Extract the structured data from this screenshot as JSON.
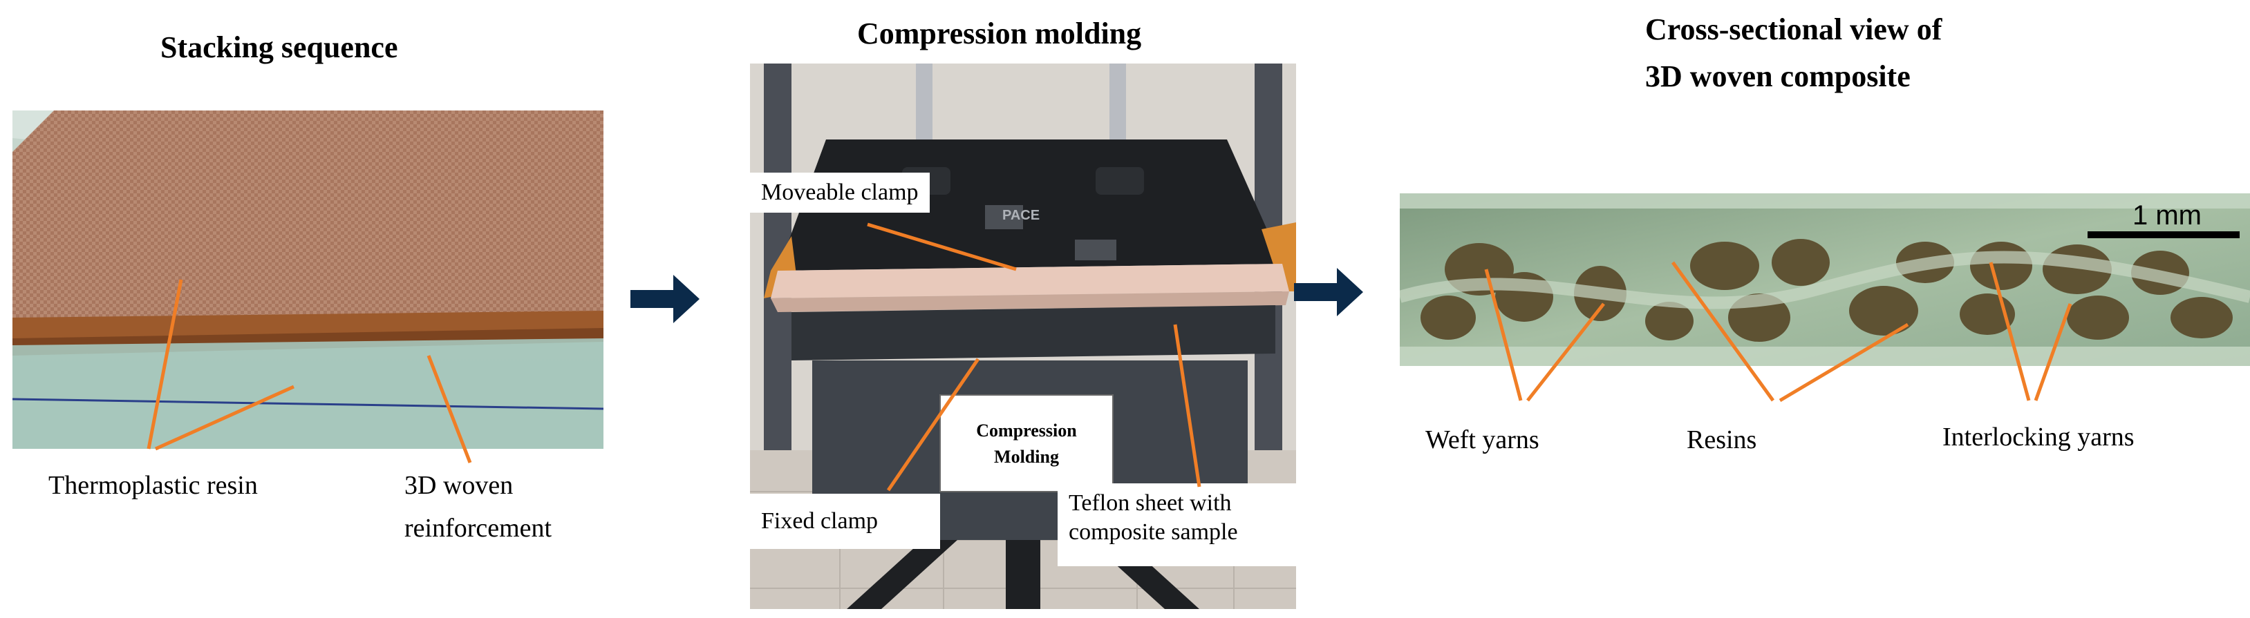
{
  "panels": {
    "stacking": {
      "title": "Stacking sequence",
      "labels": {
        "resin": "Thermoplastic resin",
        "reinforcement_line1": "3D woven",
        "reinforcement_line2": "reinforcement"
      }
    },
    "compression": {
      "title": "Compression molding",
      "callouts": {
        "moveable_clamp": "Moveable clamp",
        "fixed_clamp": "Fixed clamp",
        "teflon_line1": "Teflon sheet with",
        "teflon_line2": "composite sample"
      },
      "machine_text": {
        "brand": "PACE",
        "sign_line1": "Compression",
        "sign_line2": "Molding"
      }
    },
    "cross_section": {
      "title_line1": "Cross-sectional view of",
      "title_line2": "3D woven composite",
      "scale_bar": "1 mm",
      "labels": {
        "weft": "Weft yarns",
        "resins": "Resins",
        "interlocking": "Interlocking yarns"
      }
    }
  },
  "colors": {
    "arrow": "#0b2a4a",
    "pointer": "#f07e26"
  }
}
